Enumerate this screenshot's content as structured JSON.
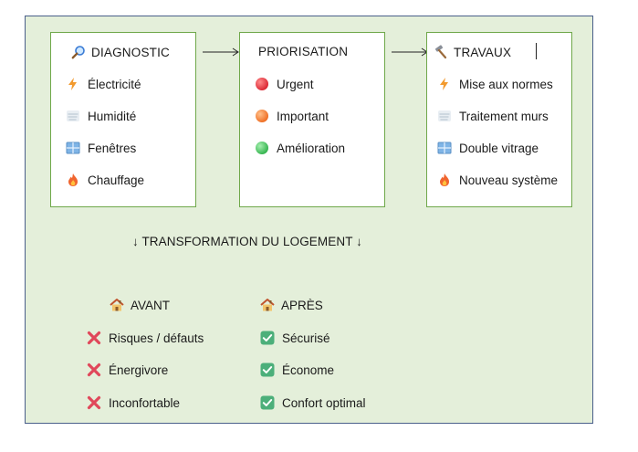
{
  "columns": [
    {
      "title": "DIAGNOSTIC",
      "title_icon": "magnifier-icon",
      "items": [
        {
          "label": "Électricité",
          "icon": "lightning-icon"
        },
        {
          "label": "Humidité",
          "icon": "fog-icon"
        },
        {
          "label": "Fenêtres",
          "icon": "window-icon"
        },
        {
          "label": "Chauffage",
          "icon": "fire-icon"
        }
      ]
    },
    {
      "title": "PRIORISATION",
      "items": [
        {
          "label": "Urgent",
          "icon": "red-circle-icon"
        },
        {
          "label": "Important",
          "icon": "orange-circle-icon"
        },
        {
          "label": "Amélioration",
          "icon": "green-circle-icon"
        }
      ]
    },
    {
      "title": "TRAVAUX",
      "title_icon": "hammer-icon",
      "items": [
        {
          "label": "Mise aux normes",
          "icon": "lightning-icon"
        },
        {
          "label": "Traitement murs",
          "icon": "fog-icon"
        },
        {
          "label": "Double vitrage",
          "icon": "window-icon"
        },
        {
          "label": "Nouveau système",
          "icon": "fire-icon"
        }
      ]
    }
  ],
  "transformation": "↓ TRANSFORMATION DU LOGEMENT ↓",
  "before": {
    "title": "AVANT",
    "items": [
      "Risques / défauts",
      "Énergivore",
      "Inconfortable"
    ]
  },
  "after": {
    "title": "APRÈS",
    "items": [
      "Sécurisé",
      "Économe",
      "Confort optimal"
    ]
  },
  "colors": {
    "background": "#e4efda",
    "box_border": "#6fa84a",
    "frame_border": "#4a5f8a",
    "cross": "#e0475a",
    "check": "#4caf7a"
  }
}
